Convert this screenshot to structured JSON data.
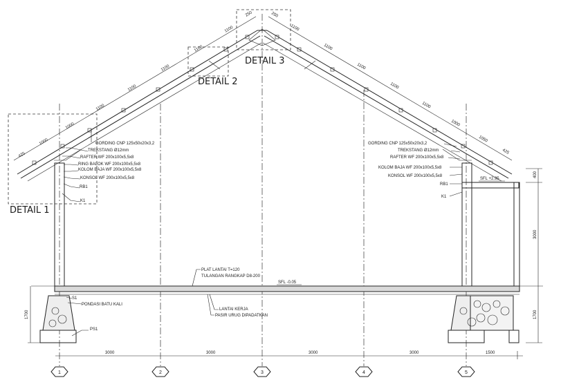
{
  "details": {
    "d1": "DETAIL 1",
    "d2": "DETAIL 2",
    "d3": "DETAIL 3"
  },
  "roof_dims": {
    "left": [
      "425",
      "1000",
      "1000",
      "1100",
      "1100",
      "1100",
      "1100",
      "1100",
      "250"
    ],
    "right": [
      "250",
      "1100",
      "1100",
      "1100",
      "1100",
      "1100",
      "1000",
      "1050",
      "425"
    ]
  },
  "labels_left": {
    "gording": "GORDING CNP 125x50x20x3,2",
    "trekstang": "TREKSTANG Ø12mm",
    "rafter": "RAFTER WF 200x100x5,5x8",
    "ring_balok": "RING BALOK WF 200x100x5,5x8",
    "kolom_baja": "KOLOM BAJA WF 200x100x5,5x8",
    "konsol": "KONSOL WF 200x100x5,5x8",
    "rb1": "RB1",
    "k1": "K1"
  },
  "labels_right": {
    "gording": "GORDING CNP 125x50x20x3,2",
    "trekstang": "TREKSTANG Ø12mm",
    "rafter": "RAFTER WF 200x100x5,5x8",
    "kolom_baja": "KOLOM BAJA WF 200x100x5,5x8",
    "konsol": "KONSOL WF 200x100x5,5x8",
    "rb1": "RB1",
    "k1": "K1",
    "sfl": "SFL +2.95"
  },
  "floor": {
    "plat_lantai": "PLAT LANTAI T=120",
    "tulangan": "TULANGAN RANGKAP D8-200",
    "sfl": "SFL -0.05",
    "s1": "S1",
    "pondasi": "PONDASI BATU KALI",
    "lantai_kerja": "LANTAI KERJA",
    "pasir": "PASIR URUG DIPADATKAN",
    "ps1": "PS1"
  },
  "vertical_dims": {
    "left_1700": "1700",
    "right_400": "400",
    "right_3000": "3000",
    "right_1700": "1700"
  },
  "bottom_dims": [
    "3000",
    "3000",
    "3000",
    "3000",
    "1500"
  ],
  "grid_axes": [
    "1",
    "2",
    "3",
    "4",
    "5"
  ]
}
